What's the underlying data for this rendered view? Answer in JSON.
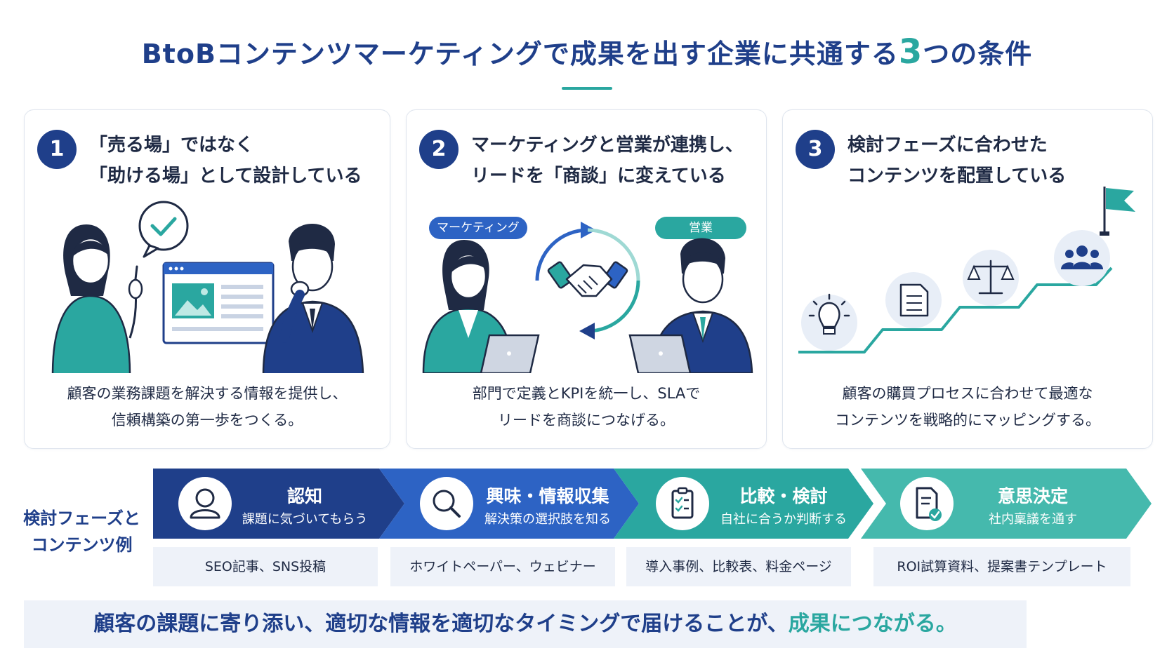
{
  "title": {
    "prefix": "BtoBコンテンツマーケティングで成果を出す企業に共通する",
    "highlight": "3",
    "suffix": "つの条件"
  },
  "colors": {
    "navy": "#1f3f8a",
    "blue": "#2d63c4",
    "teal": "#2aa7a0",
    "light_bg": "#eef2f9"
  },
  "cards": [
    {
      "number": "1",
      "title_lines": [
        "「売る場」ではなく",
        "「助ける場」として設計している"
      ],
      "description_lines": [
        "顧客の業務課題を解決する情報を提供し、",
        "信頼構築の第一歩をつくる。"
      ]
    },
    {
      "number": "2",
      "title_lines": [
        "マーケティングと営業が連携し、",
        "リードを「商談」に変えている"
      ],
      "tags": {
        "marketing": "マーケティング",
        "sales": "営業"
      },
      "description_lines": [
        "部門で定義とKPIを統一し、SLAで",
        "リードを商談につなげる。"
      ]
    },
    {
      "number": "3",
      "title_lines": [
        "検討フェーズに合わせた",
        "コンテンツを配置している"
      ],
      "description_lines": [
        "顧客の購買プロセスに合わせて最適な",
        "コンテンツを戦略的にマッピングする。"
      ]
    }
  ],
  "phases": {
    "label_lines": [
      "検討フェーズと",
      "コンテンツ例"
    ],
    "items": [
      {
        "name": "認知",
        "sub": "課題に気づいてもらう",
        "example": "SEO記事、SNS投稿",
        "icon": "person-icon"
      },
      {
        "name": "興味・情報収集",
        "sub": "解決策の選択肢を知る",
        "example": "ホワイトペーパー、ウェビナー",
        "icon": "magnifier-icon"
      },
      {
        "name": "比較・検討",
        "sub": "自社に合うか判断する",
        "example": "導入事例、比較表、料金ページ",
        "icon": "checklist-icon"
      },
      {
        "name": "意思決定",
        "sub": "社内稟議を通す",
        "example": "ROI試算資料、提案書テンプレート",
        "icon": "document-check-icon"
      }
    ]
  },
  "banner": {
    "text": "顧客の課題に寄り添い、適切な情報を適切なタイミングで届けることが、",
    "accent": "成果につながる。"
  }
}
